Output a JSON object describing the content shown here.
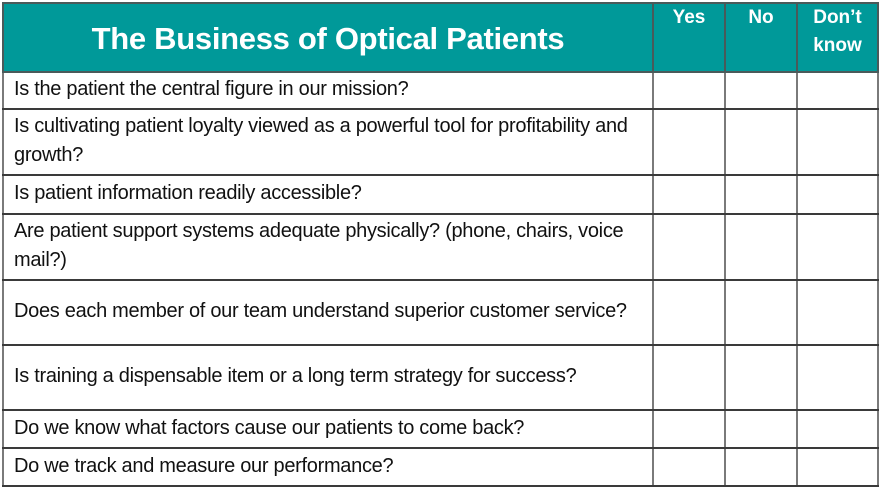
{
  "table": {
    "title": "The Business of Optical Patients",
    "columns": [
      "Yes",
      "No",
      "Don’t know"
    ],
    "header_color": "#009999",
    "rows": [
      {
        "question": "Is the patient the central figure in our mission?",
        "yes": "",
        "no": "",
        "dont_know": ""
      },
      {
        "question": "Is cultivating patient loyalty viewed as a powerful tool for profitability and growth?",
        "yes": "",
        "no": "",
        "dont_know": ""
      },
      {
        "question": "Is patient information readily accessible?",
        "yes": "",
        "no": "",
        "dont_know": ""
      },
      {
        "question": "Are patient support systems adequate physically? (phone, chairs, voice mail?)",
        "yes": "",
        "no": "",
        "dont_know": ""
      },
      {
        "question": "Does each member of our team understand superior customer service?",
        "yes": "",
        "no": "",
        "dont_know": ""
      },
      {
        "question": "Is training a dispensable item or a long term strategy for success?",
        "yes": "",
        "no": "",
        "dont_know": ""
      },
      {
        "question": "Do we know what factors cause our patients to come back?",
        "yes": "",
        "no": "",
        "dont_know": ""
      },
      {
        "question": "Do we track and measure our performance?",
        "yes": "",
        "no": "",
        "dont_know": ""
      }
    ]
  }
}
